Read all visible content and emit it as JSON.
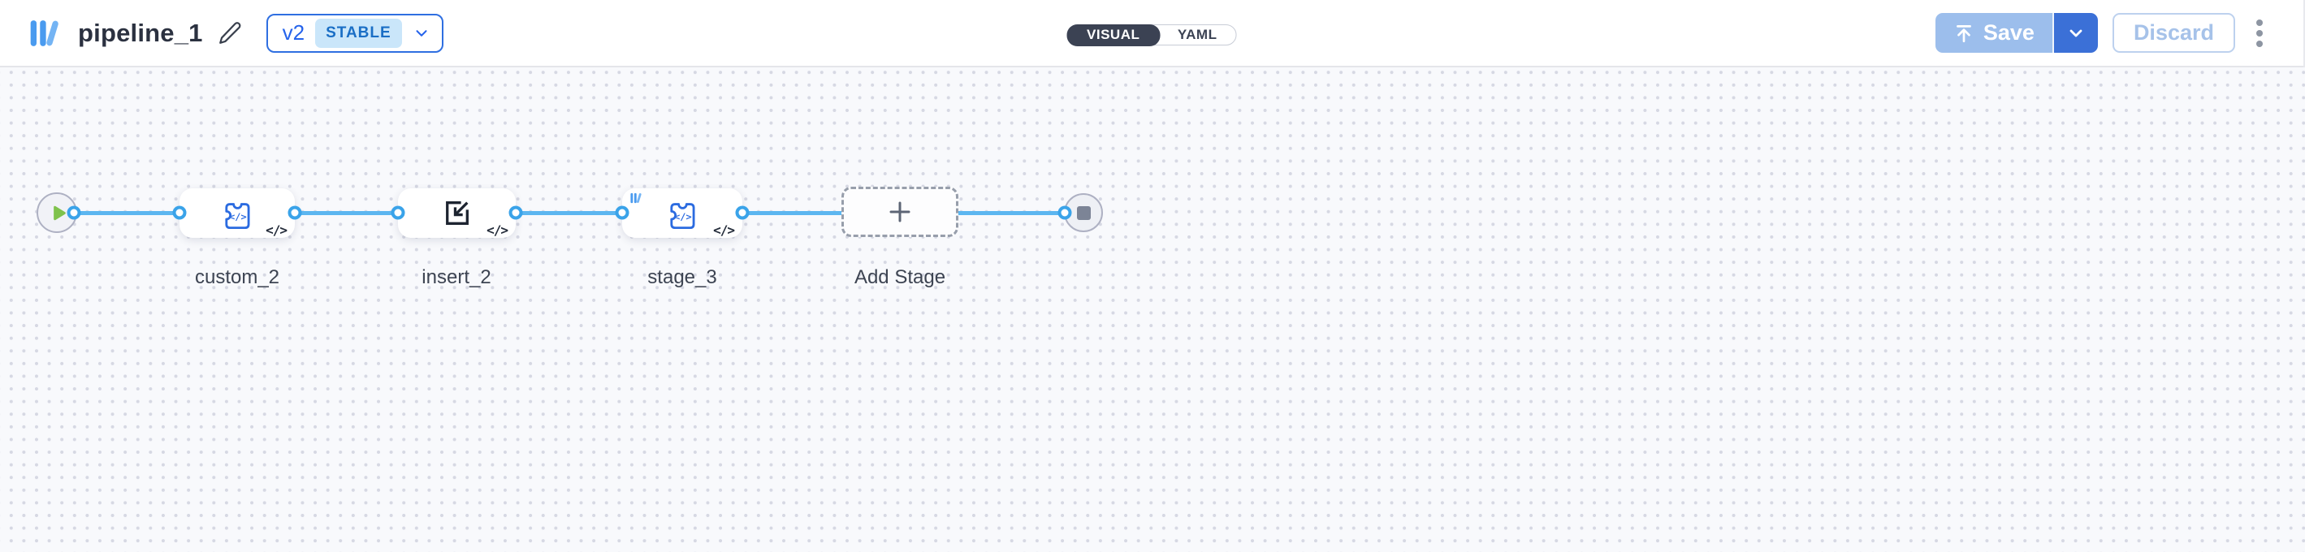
{
  "header": {
    "title": "pipeline_1",
    "logo_icon": "pipeline-library-logo",
    "edit_icon": "pencil-icon",
    "version_selector": {
      "version": "v2",
      "status_badge": "STABLE",
      "chevron_icon": "chevron-down-icon"
    },
    "view_toggle": {
      "selected": "VISUAL",
      "options": [
        {
          "label": "VISUAL"
        },
        {
          "label": "YAML"
        }
      ]
    },
    "save_button": {
      "label": "Save",
      "icon": "upload-arrow-icon",
      "caret_icon": "chevron-down-icon",
      "state": "disabled"
    },
    "discard_button": {
      "label": "Discard",
      "state": "disabled"
    },
    "more_menu_icon": "kebab-menu-icon"
  },
  "canvas": {
    "start_node": {
      "icon": "play-icon"
    },
    "end_node": {
      "icon": "stop-icon"
    },
    "stages": [
      {
        "label": "custom_2",
        "icon": "puzzle-code-icon",
        "badge": "</>"
      },
      {
        "label": "insert_2",
        "icon": "import-icon",
        "badge": "</>"
      },
      {
        "label": "stage_3",
        "icon": "puzzle-code-icon",
        "badge": "</>",
        "marker_icon": "pipeline-mini-logo"
      },
      {
        "label": "Add Stage",
        "icon": "plus-icon",
        "type": "add-stage"
      }
    ]
  },
  "colors": {
    "accent_blue": "#2563eb",
    "edge_blue": "#5cb6f0",
    "port_blue": "#3aa3e9",
    "puzzle_blue": "#2b6be0",
    "toggle_dark": "#3b4253",
    "save_disabled_bg": "#9cbeec",
    "save_caret_bg": "#3b70d7",
    "play_green": "#7fc24c",
    "canvas_bg": "#f8f9fc",
    "stable_badge_bg": "#cae6fa"
  }
}
